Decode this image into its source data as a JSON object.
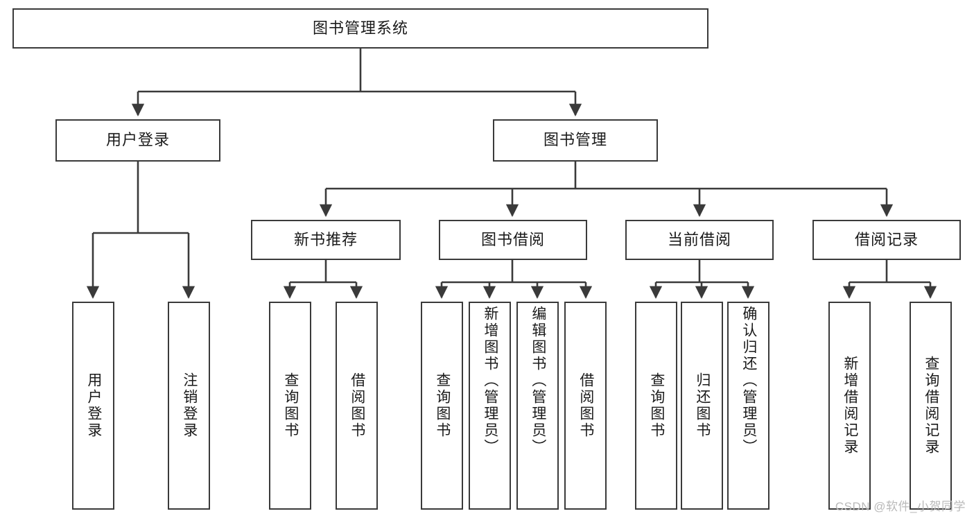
{
  "diagram": {
    "title": "图书管理系统",
    "type": "tree-hierarchy",
    "root": {
      "label": "图书管理系统"
    },
    "level1": [
      {
        "label": "用户登录"
      },
      {
        "label": "图书管理"
      }
    ],
    "level2": [
      {
        "label": "新书推荐"
      },
      {
        "label": "图书借阅"
      },
      {
        "label": "当前借阅"
      },
      {
        "label": "借阅记录"
      }
    ],
    "leaves": {
      "user_login": [
        {
          "label": "用户登录"
        },
        {
          "label": "注销登录"
        }
      ],
      "new_book_recommend": [
        {
          "label": "查询图书"
        },
        {
          "label": "借阅图书"
        }
      ],
      "book_borrow": [
        {
          "label": "查询图书"
        },
        {
          "label": "新增图书（管理员）"
        },
        {
          "label": "编辑图书（管理员）"
        },
        {
          "label": "借阅图书"
        }
      ],
      "current_borrow": [
        {
          "label": "查询图书"
        },
        {
          "label": "归还图书"
        },
        {
          "label": "确认归还（管理员）"
        }
      ],
      "borrow_record": [
        {
          "label": "新增借阅记录"
        },
        {
          "label": "查询借阅记录"
        }
      ]
    }
  },
  "watermark": {
    "text": "CSDN @软件_小贺同学"
  },
  "colors": {
    "stroke": "#3a3a3a",
    "fill": "#ffffff",
    "text": "#1a1a1a",
    "watermark": "#b9b9b9"
  }
}
